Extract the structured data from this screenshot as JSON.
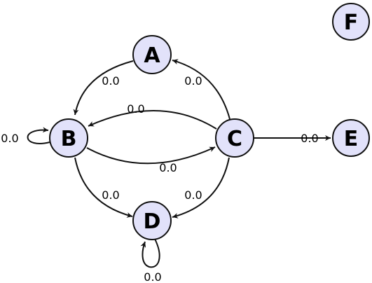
{
  "graph": {
    "nodes": [
      {
        "id": "A",
        "label": "A"
      },
      {
        "id": "B",
        "label": "B"
      },
      {
        "id": "C",
        "label": "C"
      },
      {
        "id": "D",
        "label": "D"
      },
      {
        "id": "E",
        "label": "E"
      },
      {
        "id": "F",
        "label": "F"
      }
    ],
    "edges": [
      {
        "id": "A-B",
        "from": "A",
        "to": "B",
        "label": "0.0"
      },
      {
        "id": "C-A",
        "from": "C",
        "to": "A",
        "label": "0.0"
      },
      {
        "id": "C-B",
        "from": "C",
        "to": "B",
        "label": "0.0"
      },
      {
        "id": "B-C",
        "from": "B",
        "to": "C",
        "label": "0.0"
      },
      {
        "id": "B-B",
        "from": "B",
        "to": "B",
        "label": "0.0"
      },
      {
        "id": "B-D",
        "from": "B",
        "to": "D",
        "label": "0.0"
      },
      {
        "id": "C-D",
        "from": "C",
        "to": "D",
        "label": "0.0"
      },
      {
        "id": "D-D",
        "from": "D",
        "to": "D",
        "label": "0.0"
      },
      {
        "id": "C-E",
        "from": "C",
        "to": "E",
        "label": "0.0"
      }
    ]
  },
  "colors": {
    "node_fill": "#e2e2fa",
    "stroke": "#111111"
  }
}
